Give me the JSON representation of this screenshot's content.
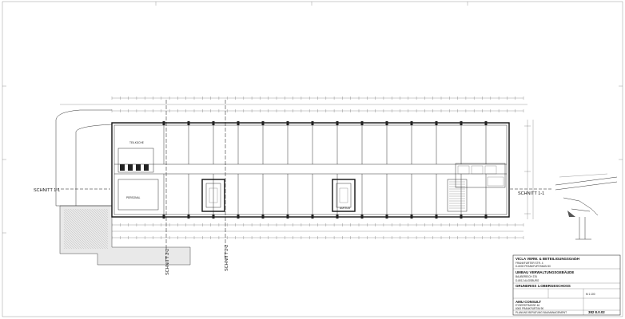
{
  "sections": {
    "left": "SCHNITT 1-1",
    "right": "SCHNITT 1-1",
    "bottom_left": "SCHNITT 2-2",
    "bottom_mid": "SCHNITT 2-2"
  },
  "rooms": {
    "r1": "TEILKÜCHE",
    "r2": "PERSONAL",
    "r3": "AUFZUG"
  },
  "title_block": {
    "owner_line1": "VICLA VERW. & BETEILIGUNGSGmbH",
    "owner_line2": "FRANKFURTER STR. 4",
    "owner_line3": "D-6000 FRANKFURT/MAIN 50",
    "project_line1": "UMBAU VERWALTUNGSGEBÄUDE",
    "project_line2": "BAUBEREICH 376",
    "project_line3": "D-8012 AUGSBURG",
    "drawing_title": "GRUNDRISS 1.OBERGESCHOSS",
    "scale_label": "M 1:100",
    "firm_line1": "AMU CONSULT",
    "firm_line2": "EYSERSTRASSE 46",
    "firm_line3": "6000 FRANKFURT/M 90",
    "firm_line4": "PLANUNG BERATUNG BAUMANAGEMENT",
    "drawing_no": "382 8.0.02"
  }
}
